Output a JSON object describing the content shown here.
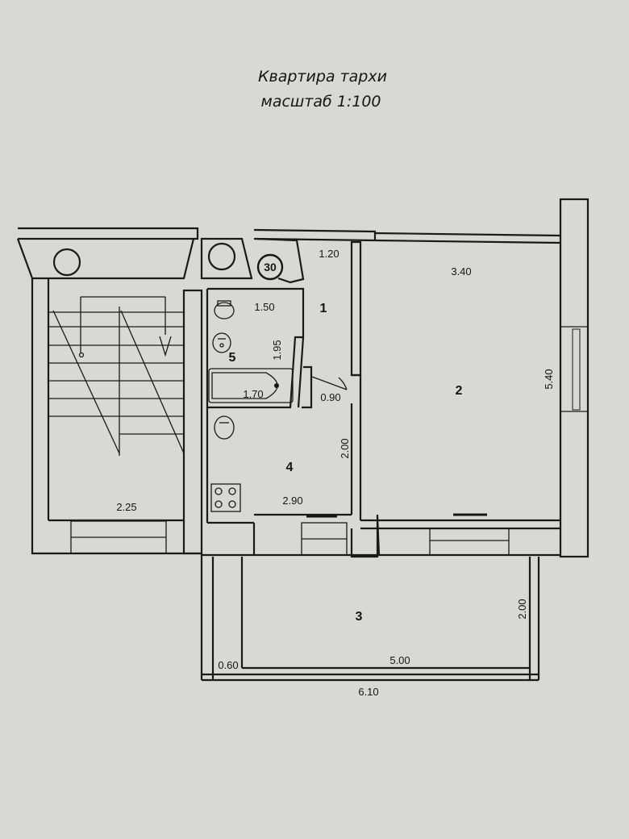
{
  "title": {
    "line1": "Квартира тархи",
    "line2": "масштаб 1:100"
  },
  "apartment_number": "30",
  "rooms": {
    "r1": "1",
    "r2": "2",
    "r3": "3",
    "r4": "4",
    "r5": "5"
  },
  "dimensions": {
    "d_1_20": "1.20",
    "d_3_40": "3.40",
    "d_1_50": "1.50",
    "d_1_95": "1.95",
    "d_1_70": "1.70",
    "d_0_90": "0.90",
    "d_5_40": "5.40",
    "d_2_00_kitchen": "2.00",
    "d_2_90": "2.90",
    "d_2_25": "2.25",
    "d_2_00_balcony": "2.00",
    "d_0_60": "0.60",
    "d_5_00": "5.00",
    "d_6_10": "6.10"
  },
  "colors": {
    "paper": "#d8d8d4",
    "ink": "#151515"
  }
}
